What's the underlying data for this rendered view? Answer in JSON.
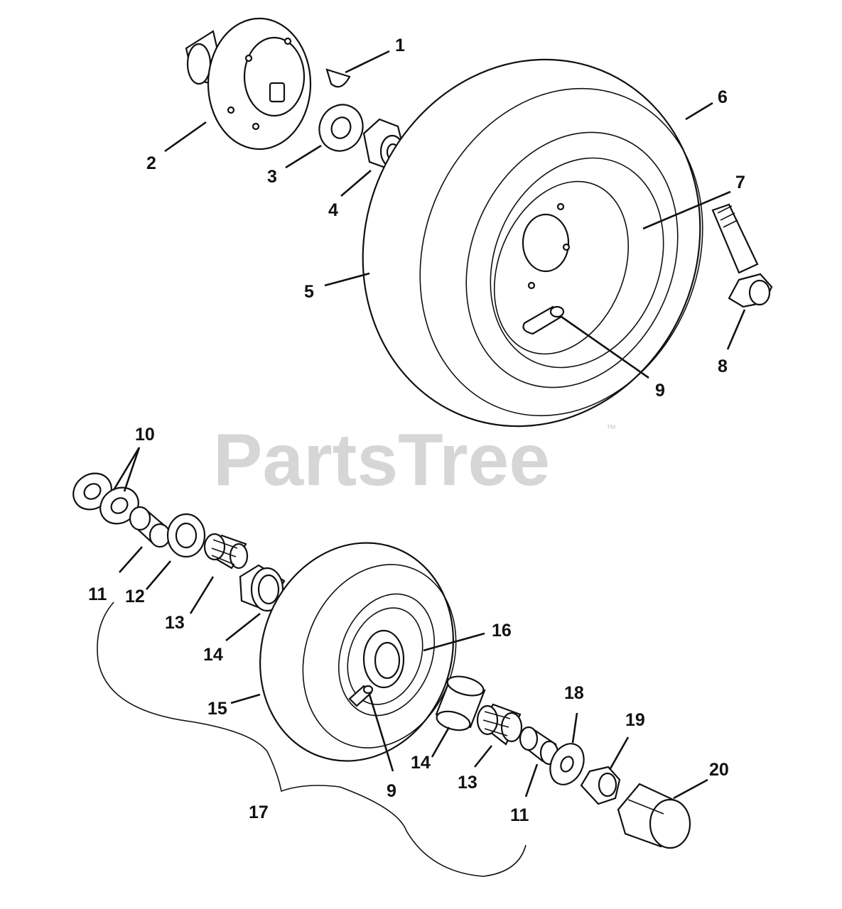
{
  "watermark": {
    "text": "PartsTree",
    "trademark": "™"
  },
  "callouts": {
    "c1": "1",
    "c2": "2",
    "c3": "3",
    "c4": "4",
    "c5": "5",
    "c6": "6",
    "c7": "7",
    "c8": "8",
    "c9a": "9",
    "c9b": "9",
    "c10": "10",
    "c11a": "11",
    "c11b": "11",
    "c12": "12",
    "c13a": "13",
    "c13b": "13",
    "c14a": "14",
    "c14b": "14",
    "c15": "15",
    "c16": "16",
    "c17": "17",
    "c18": "18",
    "c19": "19",
    "c20": "20"
  }
}
